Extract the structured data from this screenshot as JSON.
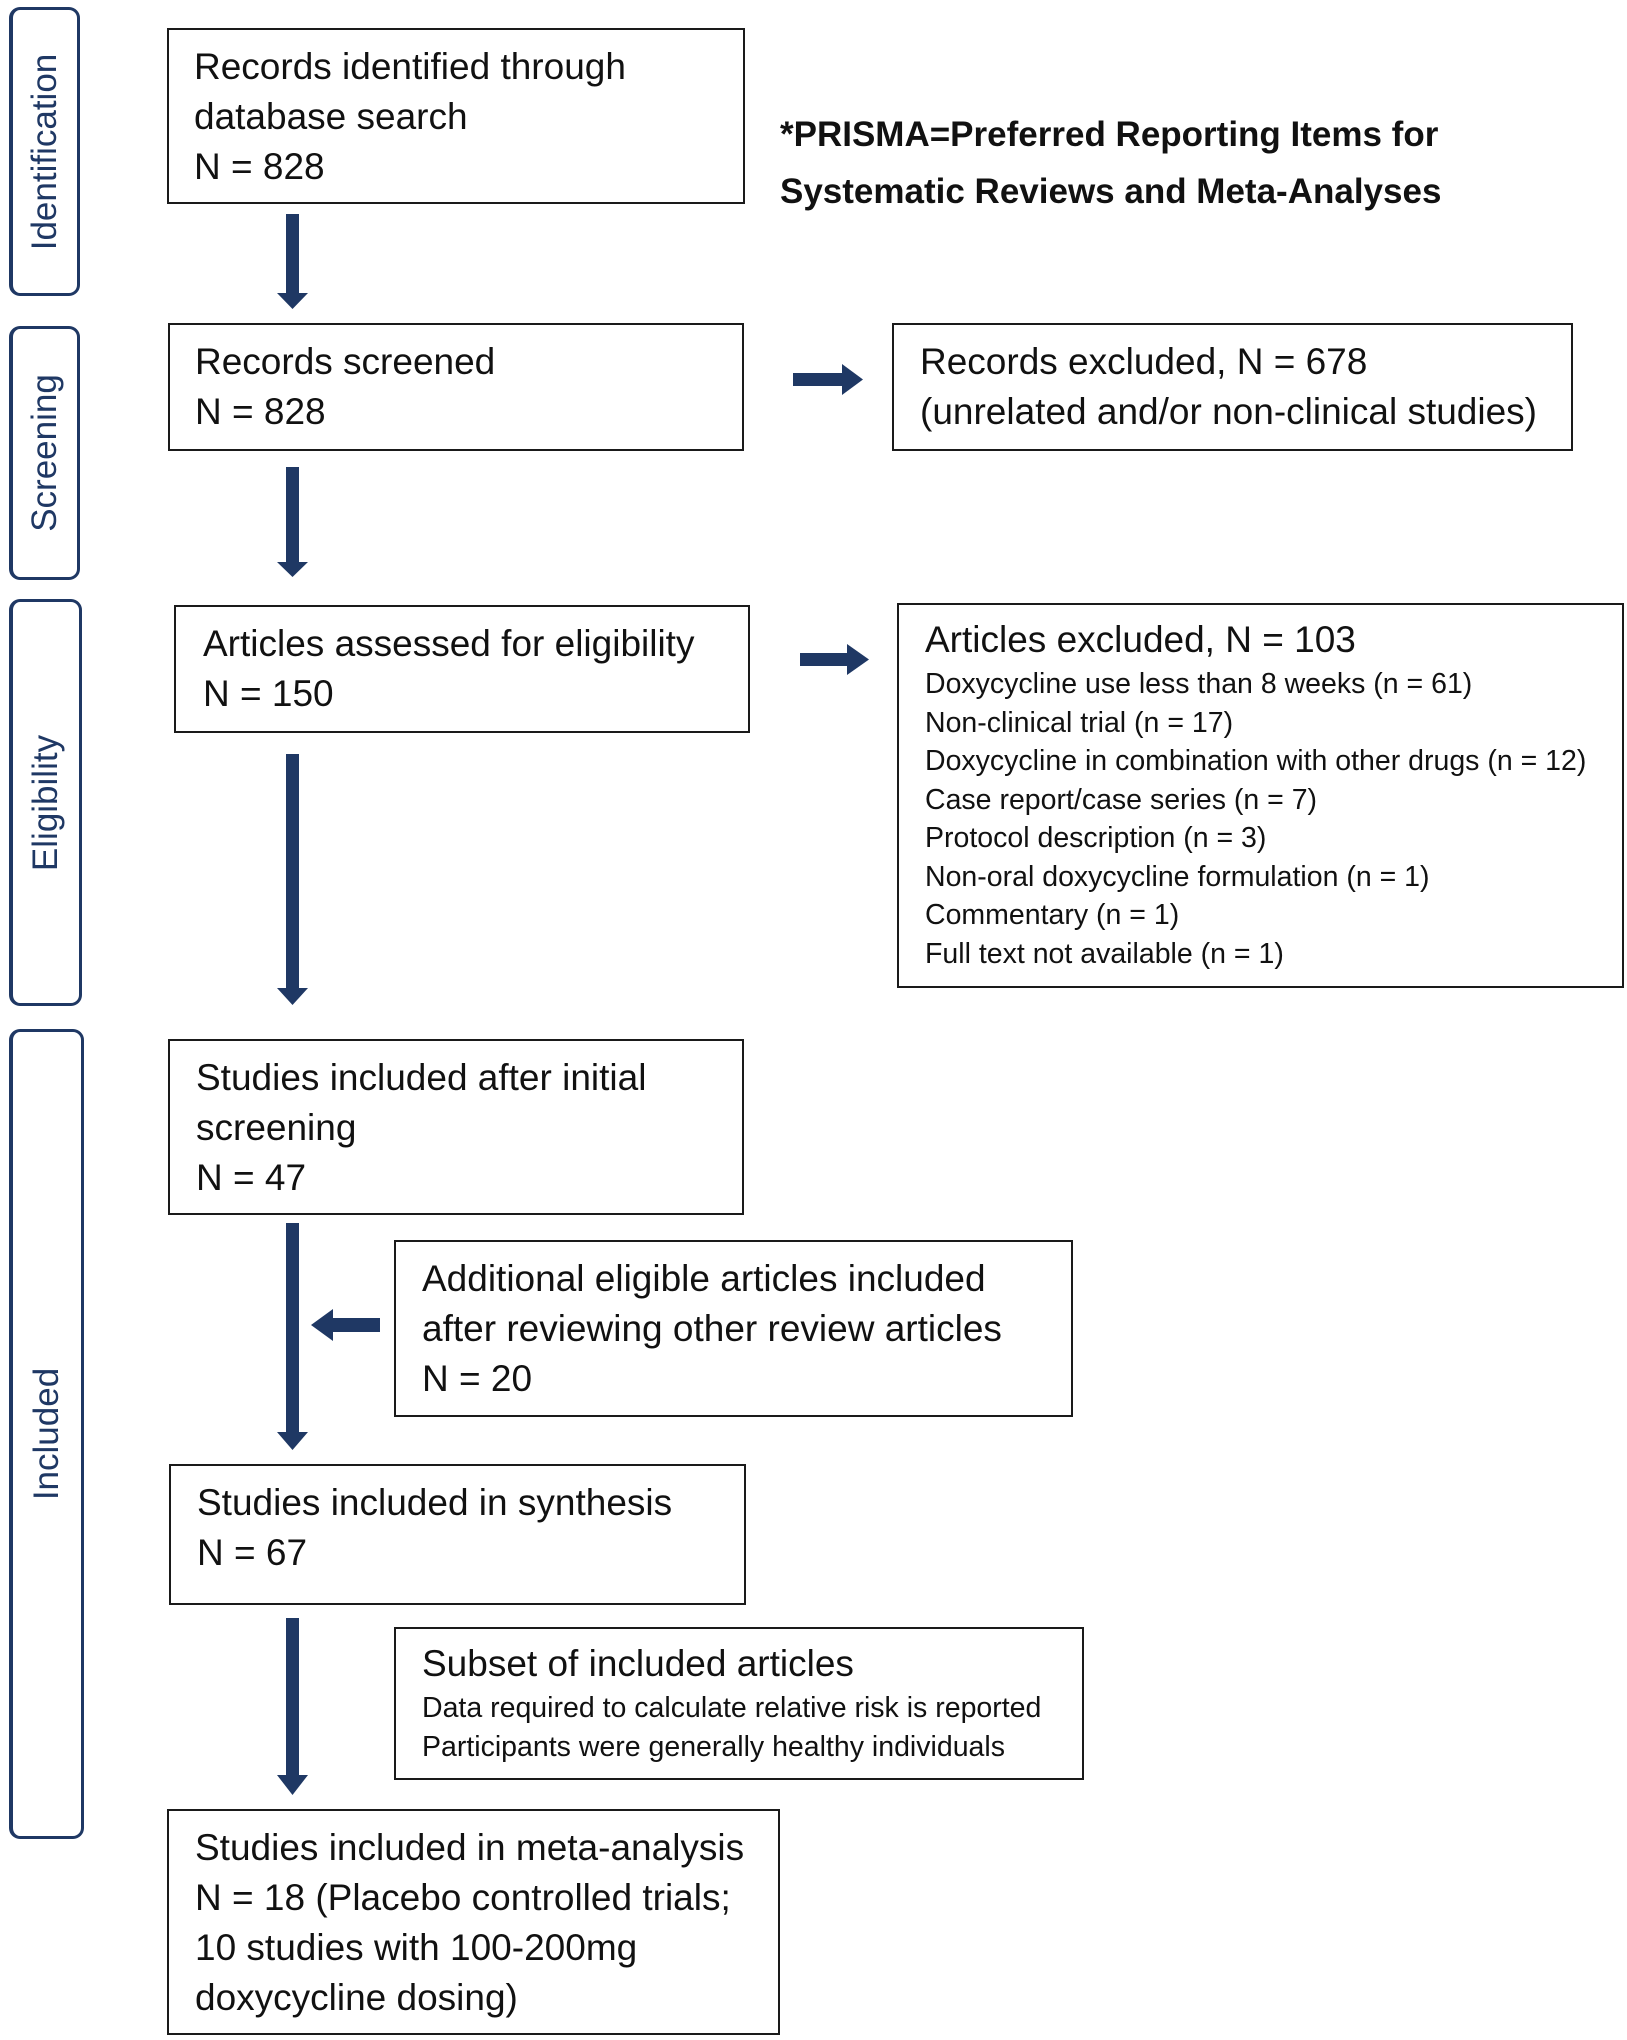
{
  "stages": {
    "identification": "Identification",
    "screening": "Screening",
    "eligibility": "Eligibility",
    "included": "Included"
  },
  "note": {
    "line1": "*PRISMA=Preferred Reporting Items for",
    "line2": "Systematic Reviews and Meta-Analyses"
  },
  "boxes": {
    "identified": {
      "lines": [
        "Records identified through",
        "database search",
        "N = 828"
      ]
    },
    "screened": {
      "lines": [
        "Records screened",
        "N = 828"
      ]
    },
    "records_excluded": {
      "lines": [
        "Records excluded, N = 678",
        "(unrelated and/or non-clinical studies)"
      ]
    },
    "assessed": {
      "lines": [
        "Articles assessed for eligibility",
        "N = 150"
      ]
    },
    "articles_excluded": {
      "title": "Articles excluded, N = 103",
      "reasons": [
        "Doxycycline use less than 8 weeks (n = 61)",
        "Non-clinical trial (n = 17)",
        "Doxycycline in combination with other drugs (n = 12)",
        "Case report/case series (n = 7)",
        "Protocol description (n = 3)",
        "Non-oral doxycycline formulation (n = 1)",
        "Commentary (n = 1)",
        "Full text not available (n = 1)"
      ]
    },
    "initial_included": {
      "lines": [
        "Studies included after initial",
        "screening",
        "N = 47"
      ]
    },
    "additional": {
      "lines": [
        "Additional eligible articles included",
        "after reviewing other review articles",
        "N = 20"
      ]
    },
    "synthesis": {
      "lines": [
        "Studies included in synthesis",
        "N = 67"
      ]
    },
    "subset": {
      "title": "Subset of included articles",
      "details": [
        "Data required to calculate relative risk is reported",
        "Participants were generally healthy individuals"
      ]
    },
    "meta": {
      "lines": [
        "Studies included in meta-analysis",
        "N = 18 (Placebo controlled trials;",
        "10 studies with 100-200mg",
        "doxycycline dosing)"
      ]
    }
  },
  "colors": {
    "arrow": "#1f3864",
    "stage_border": "#1f3864",
    "box_border": "#1a1a1a"
  }
}
